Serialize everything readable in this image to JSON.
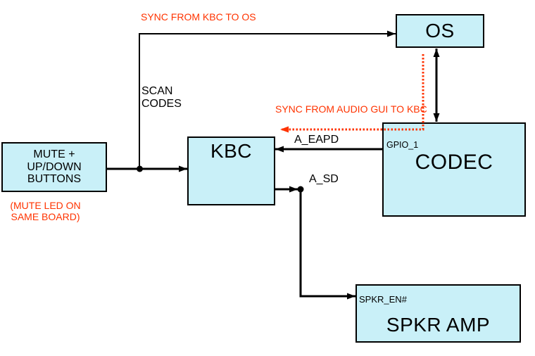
{
  "colors": {
    "box_fill": "#C9F0F8",
    "box_border": "#000000",
    "line_black": "#000000",
    "annotation_red": "#FF3300",
    "background": "#FFFFFF"
  },
  "blocks": {
    "mute_buttons": {
      "label": "MUTE +\nUP/DOWN\nBUTTONS"
    },
    "kbc": {
      "label": "KBC"
    },
    "os": {
      "label": "OS"
    },
    "codec": {
      "label": "CODEC",
      "pin": "GPIO_1"
    },
    "spkr_amp": {
      "label": "SPKR AMP",
      "pin": "SPKR_EN#"
    }
  },
  "annotations": {
    "sync_kbc_to_os": "SYNC FROM KBC TO OS",
    "scan_codes": "SCAN\nCODES",
    "sync_audio_gui_to_kbc": "SYNC FROM AUDIO GUI TO KBC",
    "a_eapd": "A_EAPD",
    "a_sd": "A_SD",
    "mute_led_note": "(MUTE LED ON\nSAME BOARD)"
  }
}
